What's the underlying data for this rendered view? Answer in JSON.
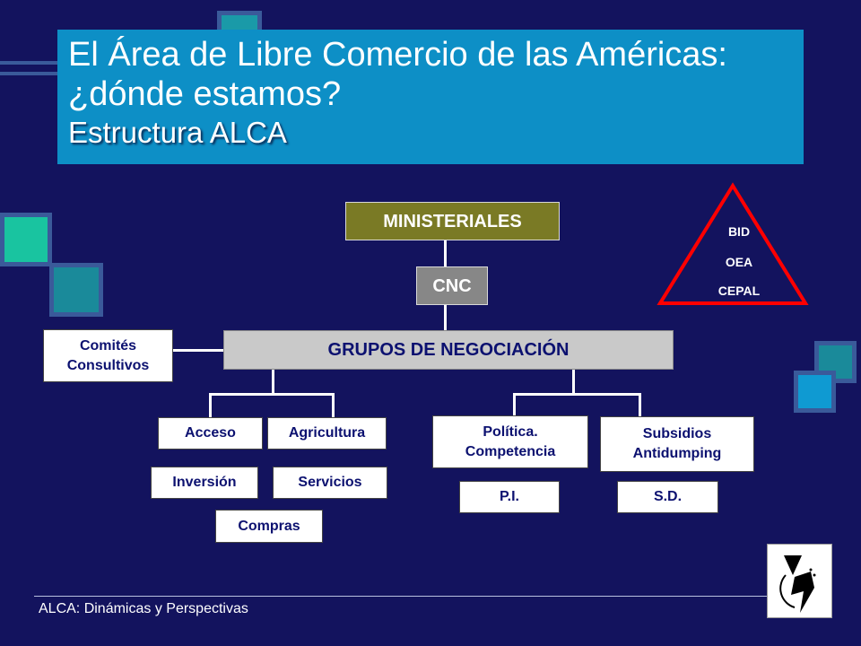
{
  "slide": {
    "title_line1": "El Área de Libre Comercio de las Américas:",
    "title_line2": "¿dónde estamos?",
    "subtitle": "Estructura ALCA"
  },
  "chart": {
    "ministeriales": "MINISTERIALES",
    "cnc": "CNC",
    "grupos": "GRUPOS DE NEGOCIACIÓN",
    "comites_line1": "Comités",
    "comites_line2": "Consultivos",
    "acceso": "Acceso",
    "agricultura": "Agricultura",
    "inversion": "Inversión",
    "servicios": "Servicios",
    "compras": "Compras",
    "politica_line1": "Política.",
    "politica_line2": "Competencia",
    "subsidios_line1": "Subsidios",
    "subsidios_line2": "Antidumping",
    "pi": "P.I.",
    "sd": "S.D."
  },
  "triangle": {
    "items": [
      "BID",
      "OEA",
      "CEPAL"
    ],
    "color": "#ff0000"
  },
  "footer": {
    "text": "ALCA: Dinámicas y Perspectivas"
  },
  "colors": {
    "background": "#13135e",
    "title_box": "#0d8fc6",
    "ministeriales": "#7a7a25",
    "cnc": "#878787",
    "grupos": "#c9c9c9"
  },
  "logo": {
    "icon": "alca-logo-icon"
  }
}
